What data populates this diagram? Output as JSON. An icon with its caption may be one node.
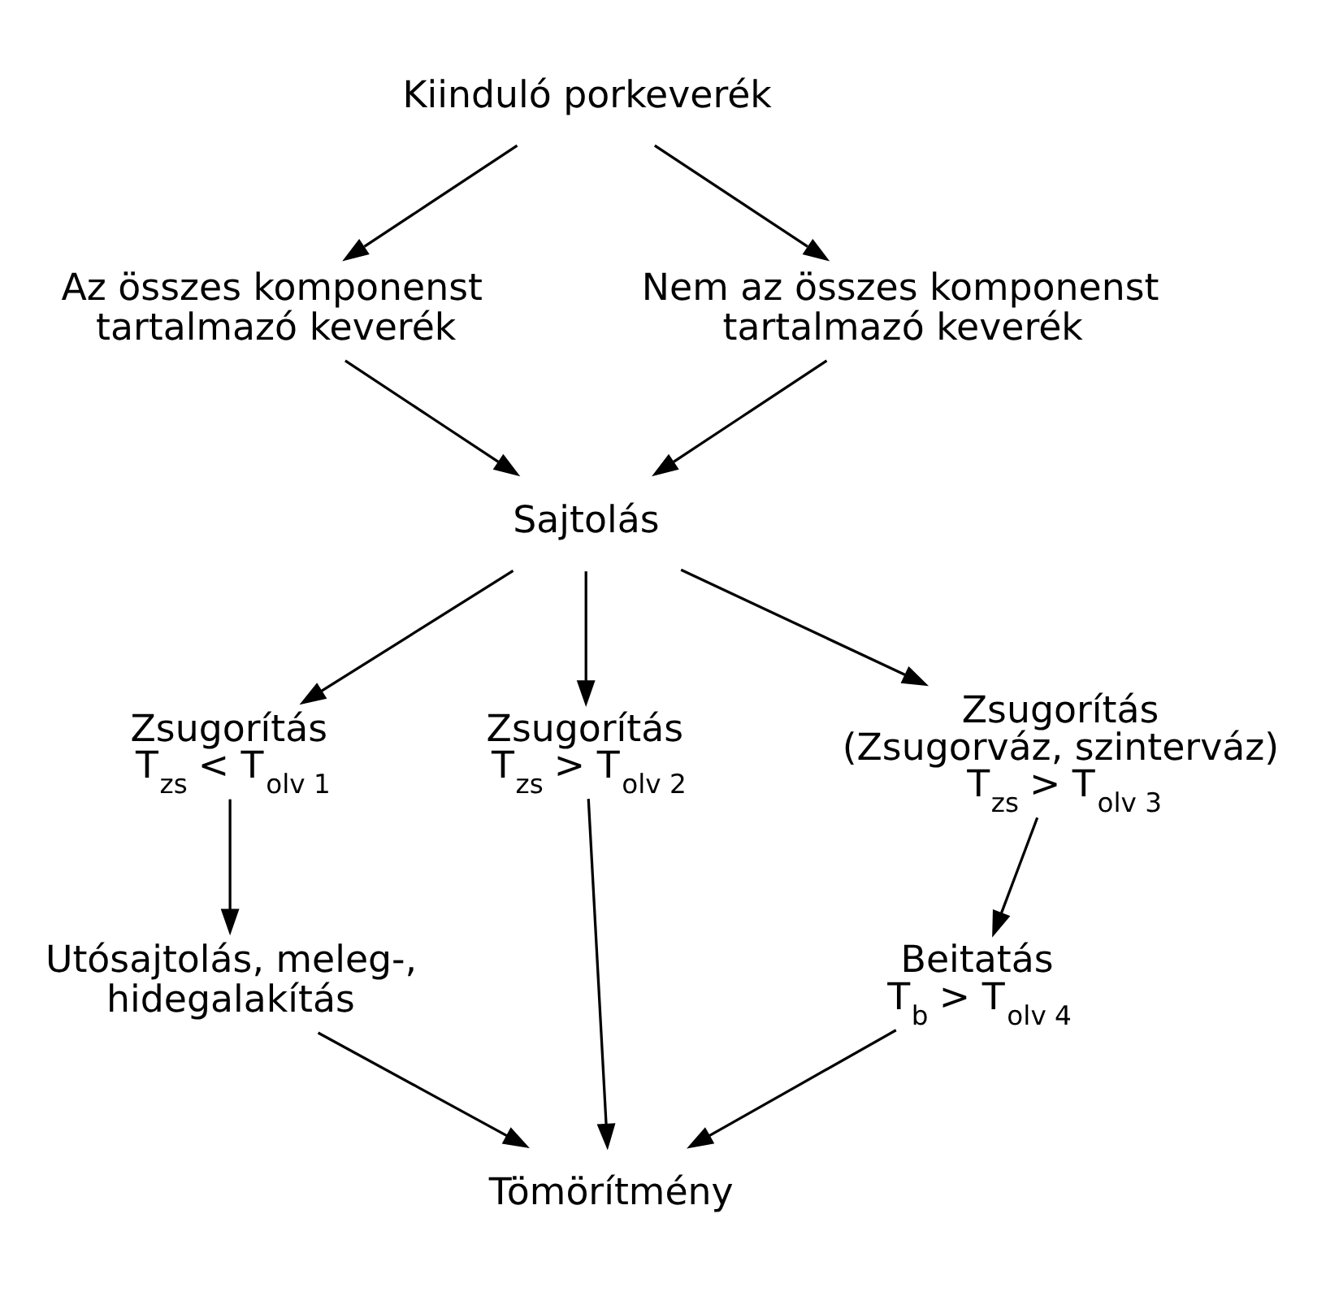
{
  "diagram": {
    "nodes": [
      {
        "text": [
          "Kiinduló porkeverék"
        ]
      },
      {
        "text": [
          "Az összes komponenst tartalmazó keverék"
        ]
      },
      {
        "text": [
          "Nem az összes komponenst tartalmazó keverék"
        ]
      },
      {
        "text": [
          "Sajtolás"
        ]
      },
      {
        "text": [
          "Zsugorítás",
          "T$_{zs}$ < T$_{olv 1}$"
        ]
      },
      {
        "text": [
          "Zsugorítás",
          "T$_{zs}$ > T$_{olv 2}$"
        ]
      },
      {
        "text": [
          "Zsugorítás",
          "(Zsugorváz, szinterváz)",
          "T$_{zs}$ > T$_{olv 3}$"
        ]
      },
      {
        "text": [
          "Utósajtolás, meleg-, hidegalakítás"
        ]
      },
      {
        "text": [
          "Beitatás",
          "T$_{b}$ > T$_{olv 4}$"
        ]
      },
      {
        "text": [
          "Tömörítmény"
        ]
      }
    ],
    "edges": [
      {
        "from": 0,
        "to": 1,
        "arrow": "to"
      },
      {
        "from": 0,
        "to": 2,
        "arrow": "to"
      },
      {
        "from": 1,
        "to": 3,
        "arrow": "to"
      },
      {
        "from": 2,
        "to": 3,
        "arrow": "to"
      },
      {
        "from": 3,
        "to": 4,
        "arrow": "to"
      },
      {
        "from": 3,
        "to": 5,
        "arrow": "to"
      },
      {
        "from": 3,
        "to": 6,
        "arrow": "to"
      },
      {
        "from": 4,
        "to": 7,
        "arrow": "to"
      },
      {
        "from": 6,
        "to": 8,
        "arrow": "to"
      },
      {
        "from": 7,
        "to": 9,
        "arrow": "to"
      },
      {
        "from": 5,
        "to": 9,
        "arrow": "to"
      },
      {
        "from": 8,
        "to": 9,
        "arrow": "to"
      }
    ]
  }
}
